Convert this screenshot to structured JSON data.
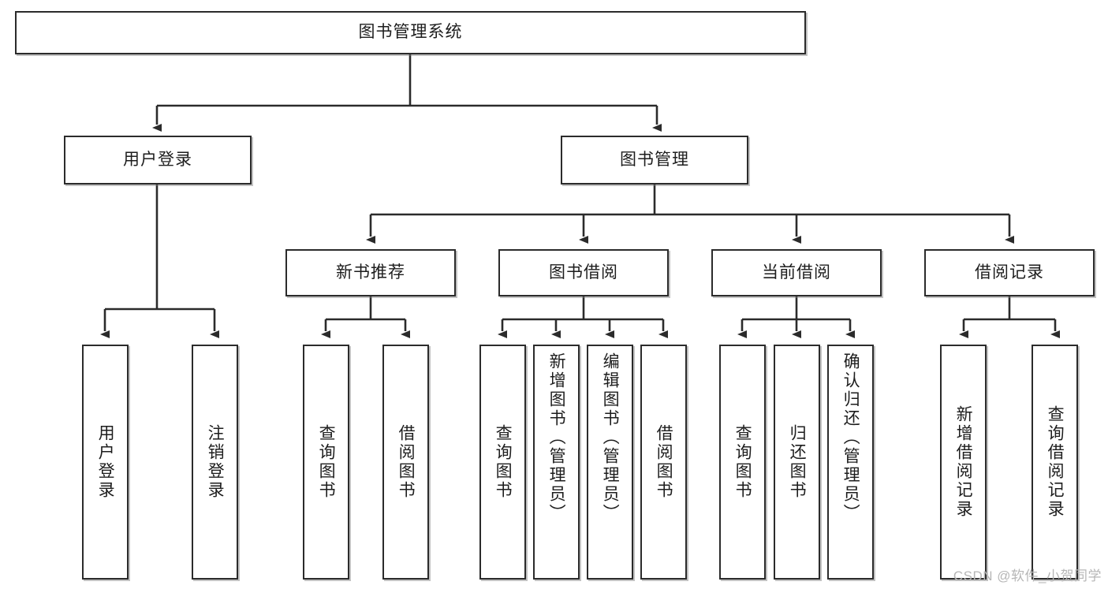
{
  "diagram": {
    "type": "tree",
    "title": "图书管理系统",
    "root": {
      "label": "图书管理系统"
    },
    "level1": [
      {
        "label": "用户登录"
      },
      {
        "label": "图书管理"
      }
    ],
    "level2": [
      {
        "label": "新书推荐"
      },
      {
        "label": "图书借阅"
      },
      {
        "label": "当前借阅"
      },
      {
        "label": "借阅记录"
      }
    ],
    "leaves": {
      "user_login": [
        {
          "label": "用户登录"
        },
        {
          "label": "注销登录"
        }
      ],
      "new_book_recommend": [
        {
          "label": "查询图书"
        },
        {
          "label": "借阅图书"
        }
      ],
      "book_borrow": [
        {
          "label": "查询图书"
        },
        {
          "label": "新增图书（管理员）"
        },
        {
          "label": "编辑图书（管理员）"
        },
        {
          "label": "借阅图书"
        }
      ],
      "current_borrow": [
        {
          "label": "查询图书"
        },
        {
          "label": "归还图书"
        },
        {
          "label": "确认归还（管理员）"
        }
      ],
      "borrow_record": [
        {
          "label": "新增借阅记录"
        },
        {
          "label": "查询借阅记录"
        }
      ]
    }
  },
  "watermark": {
    "text": "CSDN @软件_小贺同学"
  },
  "colors": {
    "border": "#2b2b2b",
    "text": "#1d1d1d",
    "background": "#ffffff",
    "watermark": "#b6b6b6"
  }
}
